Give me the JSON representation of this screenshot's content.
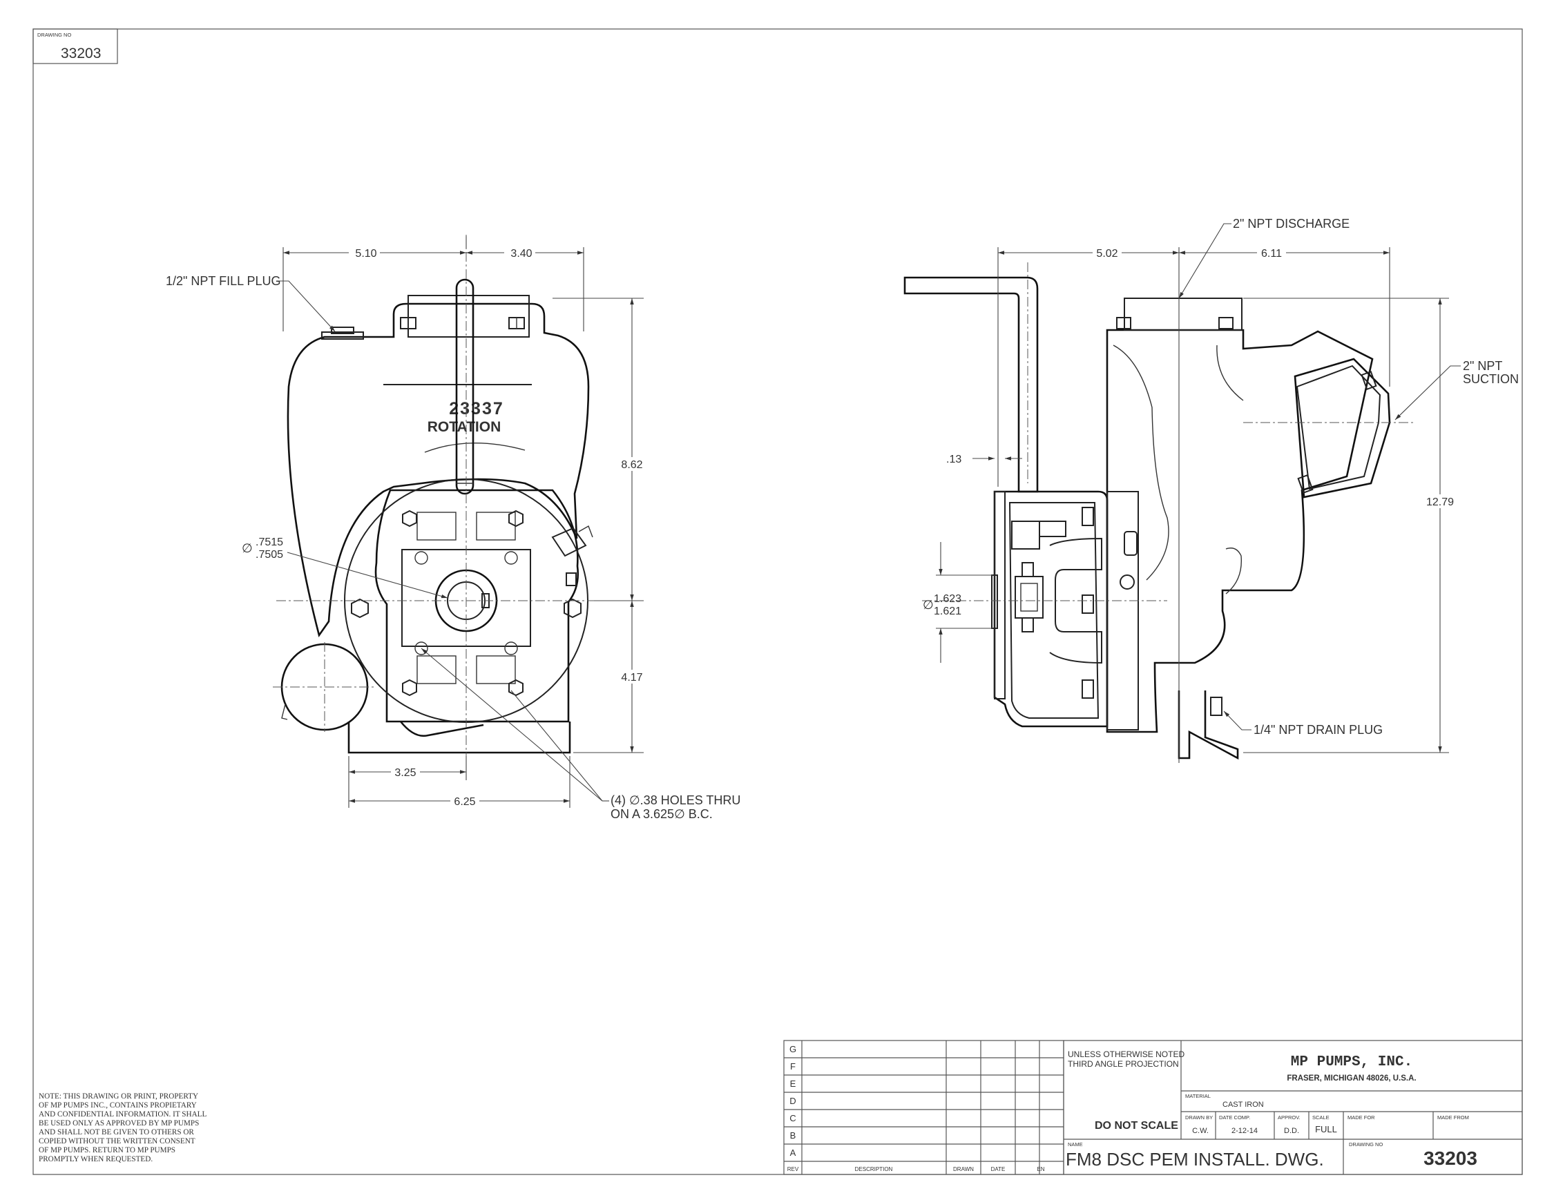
{
  "drawing_no_box": {
    "label": "DRAWING NO",
    "value": "33203"
  },
  "front_view": {
    "dim_5_10": "5.10",
    "dim_3_40": "3.40",
    "dim_8_62": "8.62",
    "dim_4_17": "4.17",
    "dim_3_25": "3.25",
    "dim_6_25": "6.25",
    "shaft_dia_symbol": "∅",
    "shaft_dia_upper": ".7515",
    "shaft_dia_lower": ".7505",
    "fill_plug": "1/2\" NPT FILL PLUG",
    "holes_line1": "(4) ∅.38 HOLES THRU",
    "holes_line2": "ON A 3.625∅ B.C.",
    "casting_number": "23337",
    "casting_rotation": "ROTATION"
  },
  "side_view": {
    "dim_5_02": "5.02",
    "dim_6_11": "6.11",
    "dim_13": ".13",
    "dim_12_79": "12.79",
    "dia_symbol": "∅",
    "dia_upper": "1.623",
    "dia_lower": "1.621",
    "discharge": "2\" NPT DISCHARGE",
    "suction_line1": "2\" NPT",
    "suction_line2": "SUCTION",
    "drain_plug": "1/4\" NPT DRAIN PLUG"
  },
  "note_lines": [
    "NOTE: THIS DRAWING OR PRINT, PROPERTY",
    "OF MP PUMPS INC., CONTAINS PROPIETARY",
    "AND CONFIDENTIAL INFORMATION.  IT SHALL",
    "BE USED ONLY AS APPROVED BY MP PUMPS",
    "AND SHALL NOT BE GIVEN TO OTHERS OR",
    "COPIED WITHOUT THE WRITTEN CONSENT",
    "OF MP PUMPS.  RETURN TO MP PUMPS",
    "PROMPTLY WHEN REQUESTED."
  ],
  "revision_block": {
    "rows": [
      "G",
      "F",
      "E",
      "D",
      "C",
      "B",
      "A"
    ],
    "col_rev": "REV",
    "col_description": "DESCRIPTION",
    "col_drawn": "DRAWN",
    "col_date": "DATE",
    "col_en": "EN"
  },
  "title_block": {
    "unless_line1": "UNLESS OTHERWISE NOTED",
    "unless_line2": "THIRD ANGLE PROJECTION",
    "do_not_scale": "DO NOT SCALE",
    "company": "MP PUMPS, INC.",
    "address": "FRASER, MICHIGAN  48026, U.S.A.",
    "material_label": "MATERIAL",
    "material": "CAST IRON",
    "drawn_by_label": "DRAWN BY",
    "drawn_by": "C.W.",
    "date_comp_label": "DATE COMP.",
    "date_comp": "2-12-14",
    "approv_label": "APPROV.",
    "approv": "D.D.",
    "scale_label": "SCALE",
    "scale": "FULL",
    "made_for_label": "MADE FOR",
    "made_from_label": "MADE FROM",
    "name_label": "NAME",
    "name": "FM8 DSC  PEM INSTALL. DWG.",
    "drawing_no_label": "DRAWING NO",
    "drawing_no": "33203"
  }
}
